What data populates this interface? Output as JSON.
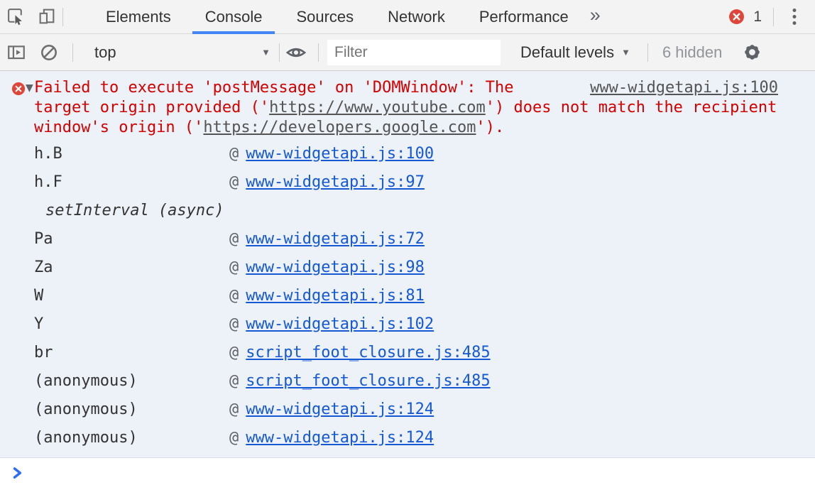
{
  "colors": {
    "accent_blue": "#4285f4",
    "error_text_red": "#d30000",
    "error_block_bg": "#edf1f8",
    "badge_red": "#e0453a",
    "stack_link_blue": "#1558d6",
    "chrome_bg": "#f3f3f3"
  },
  "tabs_bar": {
    "tabs": [
      {
        "label": "Elements"
      },
      {
        "label": "Console"
      },
      {
        "label": "Sources"
      },
      {
        "label": "Network"
      },
      {
        "label": "Performance"
      }
    ],
    "selected_tab": "Console",
    "more_tabs_glyph": "»",
    "error_count": "1"
  },
  "toolbar": {
    "context": "top",
    "dropdown_arrow": "▼",
    "filter_placeholder": "Filter",
    "levels": "Default levels",
    "hidden_count": "6 hidden"
  },
  "console": {
    "expand_glyph": "▼",
    "at_symbol": "@",
    "error": {
      "line1": "Failed to execute 'postMessage' on 'DOMWindow': The",
      "source": "www-widgetapi.js:100",
      "line2_pre": "target origin provided ('",
      "line2_url": "https://www.youtube.com",
      "line2_post": "') does not match the recipient",
      "line3_pre": "window's origin ('",
      "line3_url": "https://developers.google.com",
      "line3_post": "')."
    },
    "stack": [
      {
        "fn": "h.B",
        "at": "www-widgetapi.js:100"
      },
      {
        "fn": "h.F",
        "at": "www-widgetapi.js:97"
      },
      {
        "fn": "setInterval (async)",
        "at": ""
      },
      {
        "fn": "Pa",
        "at": "www-widgetapi.js:72"
      },
      {
        "fn": "Za",
        "at": "www-widgetapi.js:98"
      },
      {
        "fn": "W",
        "at": "www-widgetapi.js:81"
      },
      {
        "fn": "Y",
        "at": "www-widgetapi.js:102"
      },
      {
        "fn": "br",
        "at": "script_foot_closure.js:485"
      },
      {
        "fn": "(anonymous)",
        "at": "script_foot_closure.js:485"
      },
      {
        "fn": "(anonymous)",
        "at": "www-widgetapi.js:124"
      },
      {
        "fn": "(anonymous)",
        "at": "www-widgetapi.js:124"
      }
    ]
  }
}
